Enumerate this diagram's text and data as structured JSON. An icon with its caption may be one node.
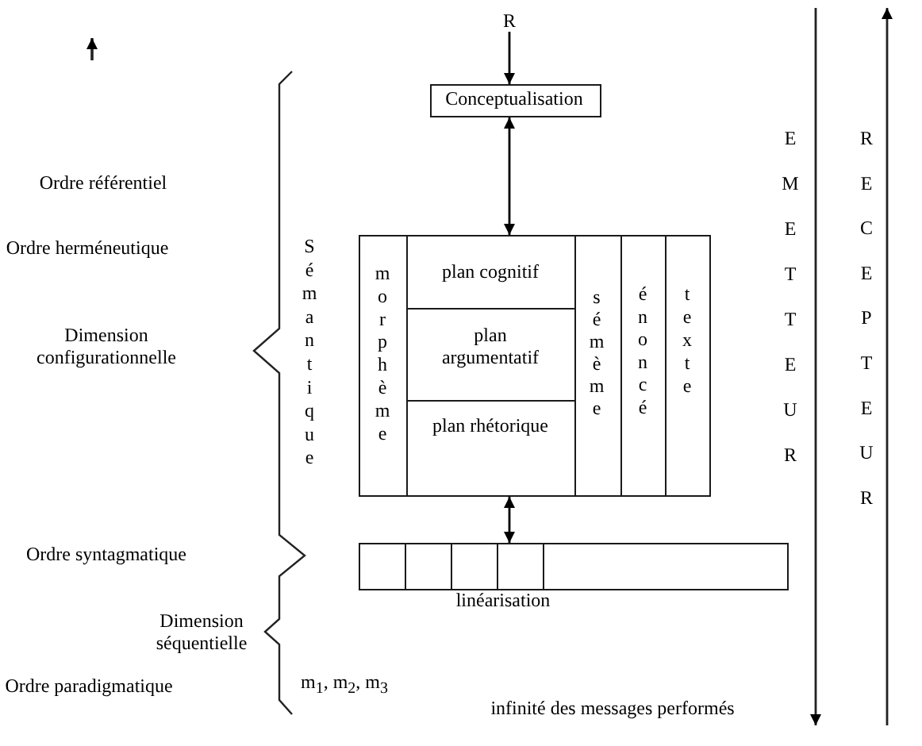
{
  "diagram": {
    "nodes": [
      {
        "text": [
          "R"
        ]
      },
      {
        "text": [
          "Conceptualisation"
        ]
      },
      {
        "text": [],
        "shape": "box"
      },
      {
        "text": [
          "morphème"
        ],
        "in": 2
      },
      {
        "text": [
          "plan cognitif"
        ],
        "in": 2
      },
      {
        "text": [
          "plan argumentatif"
        ],
        "in": 2
      },
      {
        "text": [
          "plan rhétorique"
        ],
        "in": 2
      },
      {
        "text": [
          "sémème"
        ],
        "in": 2
      },
      {
        "text": [
          "énoncé"
        ],
        "in": 2
      },
      {
        "text": [
          "texte"
        ],
        "in": 2
      },
      {
        "text": [
          "linéarisation"
        ]
      },
      {
        "text": [],
        "shape": "box",
        "in": 10
      },
      {
        "text": [],
        "shape": "box",
        "in": 10
      },
      {
        "text": [],
        "shape": "box",
        "in": 10
      },
      {
        "text": [],
        "shape": "box",
        "in": 10
      },
      {
        "text": [],
        "shape": "box",
        "in": 10
      }
    ],
    "edges": [
      {
        "from": 0,
        "to": 1,
        "arrow": "to"
      },
      {
        "from": 1,
        "to": 2,
        "arrow": "both"
      },
      {
        "from": 2,
        "to": 10,
        "arrow": "both"
      }
    ],
    "labels": [
      "EMETTEUR",
      "RECEPTEUR",
      "Ordre référentiel",
      "Ordre herméneutique",
      "Sémantique",
      "Dimension configurationnelle",
      "Ordre syntagmatique",
      "Dimension séquentielle",
      "Ordre paradigmatique",
      "m$_{1}$, m$_{2}$, m$_{3}$",
      "infinité des messages performés"
    ]
  }
}
